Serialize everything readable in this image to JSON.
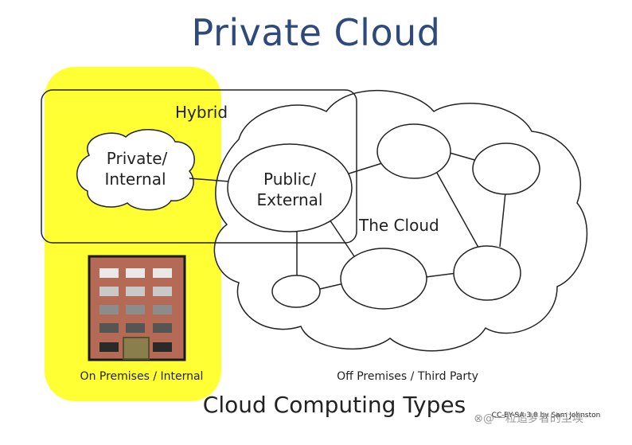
{
  "slide": {
    "title": "Private Cloud",
    "caption": "Cloud Computing Types"
  },
  "diagram": {
    "hybrid_label": "Hybrid",
    "private_cloud_line1": "Private/",
    "private_cloud_line2": "Internal",
    "public_node_line1": "Public/",
    "public_node_line2": "External",
    "the_cloud_label": "The Cloud",
    "on_premises_label": "On Premises / Internal",
    "off_premises_label": "Off Premises / Third Party",
    "credit": "CC-BY-SA 3.0 by Sam Johnston",
    "watermark": "⊗@一粒追梦者的尘埃"
  },
  "colors": {
    "title": "#2E4A7A",
    "highlight": "#FFFF33",
    "building": "#B56A55",
    "window_light": "#E8E8E8",
    "window_dark": "#2A2A2A",
    "door": "#8A7E4C"
  }
}
